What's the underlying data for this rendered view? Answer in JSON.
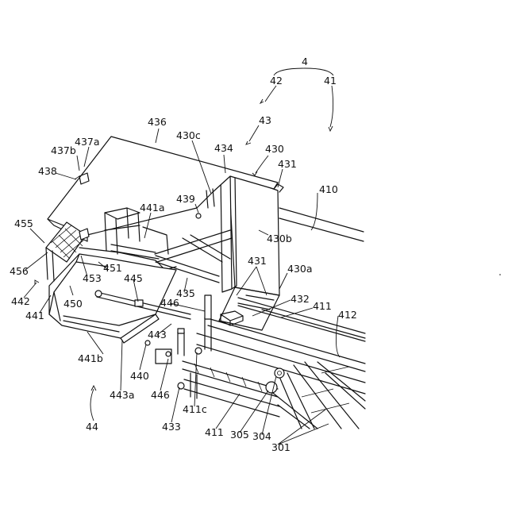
{
  "labels": {
    "l4": "4",
    "l42": "42",
    "l41": "41",
    "l43": "43",
    "l436": "436",
    "l437a": "437a",
    "l437b": "437b",
    "l438": "438",
    "l430c": "430c",
    "l434": "434",
    "l430": "430",
    "l431_top": "431",
    "l410": "410",
    "l439": "439",
    "l441a": "441a",
    "l455": "455",
    "l430b": "430b",
    "l456": "456",
    "l451": "451",
    "l453": "453",
    "l431_mid": "431",
    "l430a": "430a",
    "l445": "445",
    "l442": "442",
    "l450": "450",
    "l441": "441",
    "l435": "435",
    "l446_upper": "446",
    "l432": "432",
    "l411_right": "411",
    "l412": "412",
    "l443": "443",
    "l441b": "441b",
    "l440": "440",
    "l443a": "443a",
    "l446_lower": "446",
    "l411c": "411c",
    "l433": "433",
    "l411_bottom": "411",
    "l305": "305",
    "l304": "304",
    "l301": "301",
    "l44": "44"
  }
}
